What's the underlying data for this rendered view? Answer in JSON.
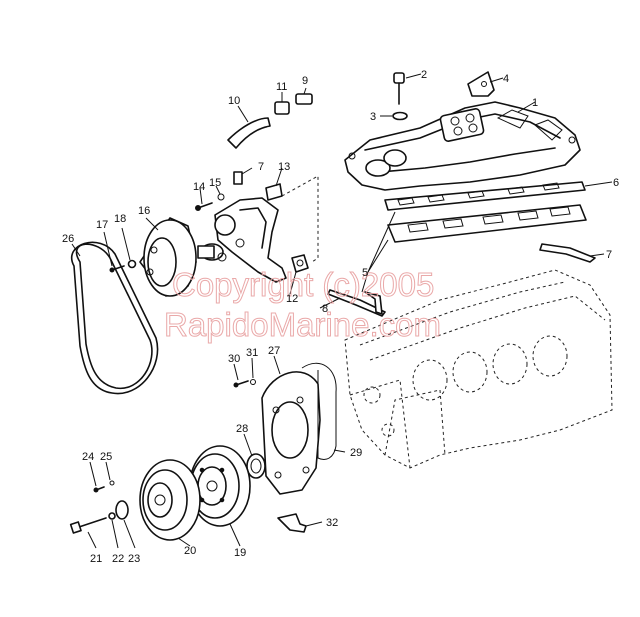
{
  "watermark": {
    "line1": "Copyright (c)2005",
    "line2": "RapidoMarine.com"
  },
  "callouts": {
    "p1": "1",
    "p2": "2",
    "p3": "3",
    "p4": "4",
    "p5": "5",
    "p6": "6",
    "p7a": "7",
    "p7b": "7",
    "p8": "8",
    "p9": "9",
    "p10": "10",
    "p11": "11",
    "p12": "12",
    "p13": "13",
    "p14": "14",
    "p15": "15",
    "p16": "16",
    "p17": "17",
    "p18": "18",
    "p19": "19",
    "p20": "20",
    "p21": "21",
    "p22": "22",
    "p23": "23",
    "p24": "24",
    "p25": "25",
    "p26": "26",
    "p27": "27",
    "p28": "28",
    "p29": "29",
    "p30": "30",
    "p31": "31",
    "p32": "32"
  }
}
